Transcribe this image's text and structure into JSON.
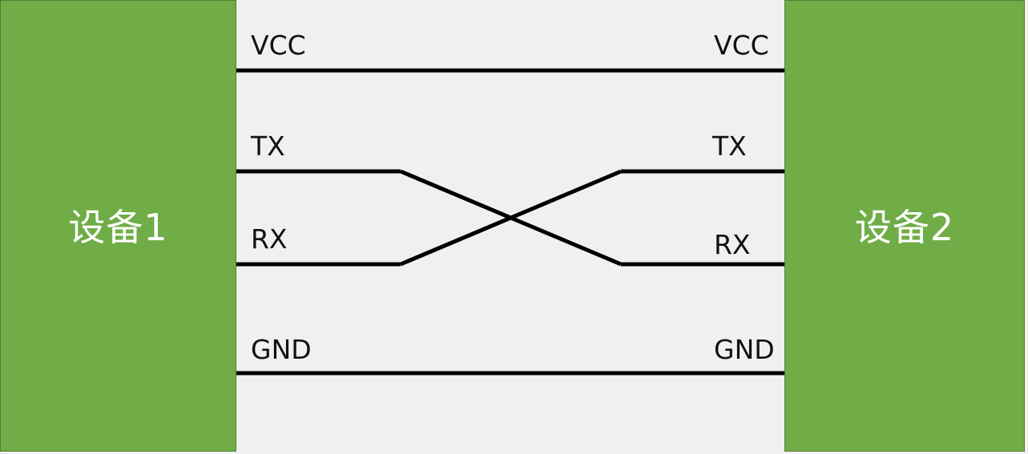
{
  "devices": {
    "left": {
      "name": "设备1"
    },
    "right": {
      "name": "设备2"
    }
  },
  "pins": {
    "left": [
      "VCC",
      "TX",
      "RX",
      "GND"
    ],
    "right": [
      "VCC",
      "TX",
      "RX",
      "GND"
    ]
  },
  "colors": {
    "device_fill": "#70ad47",
    "device_border": "#507e32",
    "background": "#f0f0f0",
    "wire": "#000000",
    "label_text": "#111111",
    "device_text": "#ffffff"
  }
}
